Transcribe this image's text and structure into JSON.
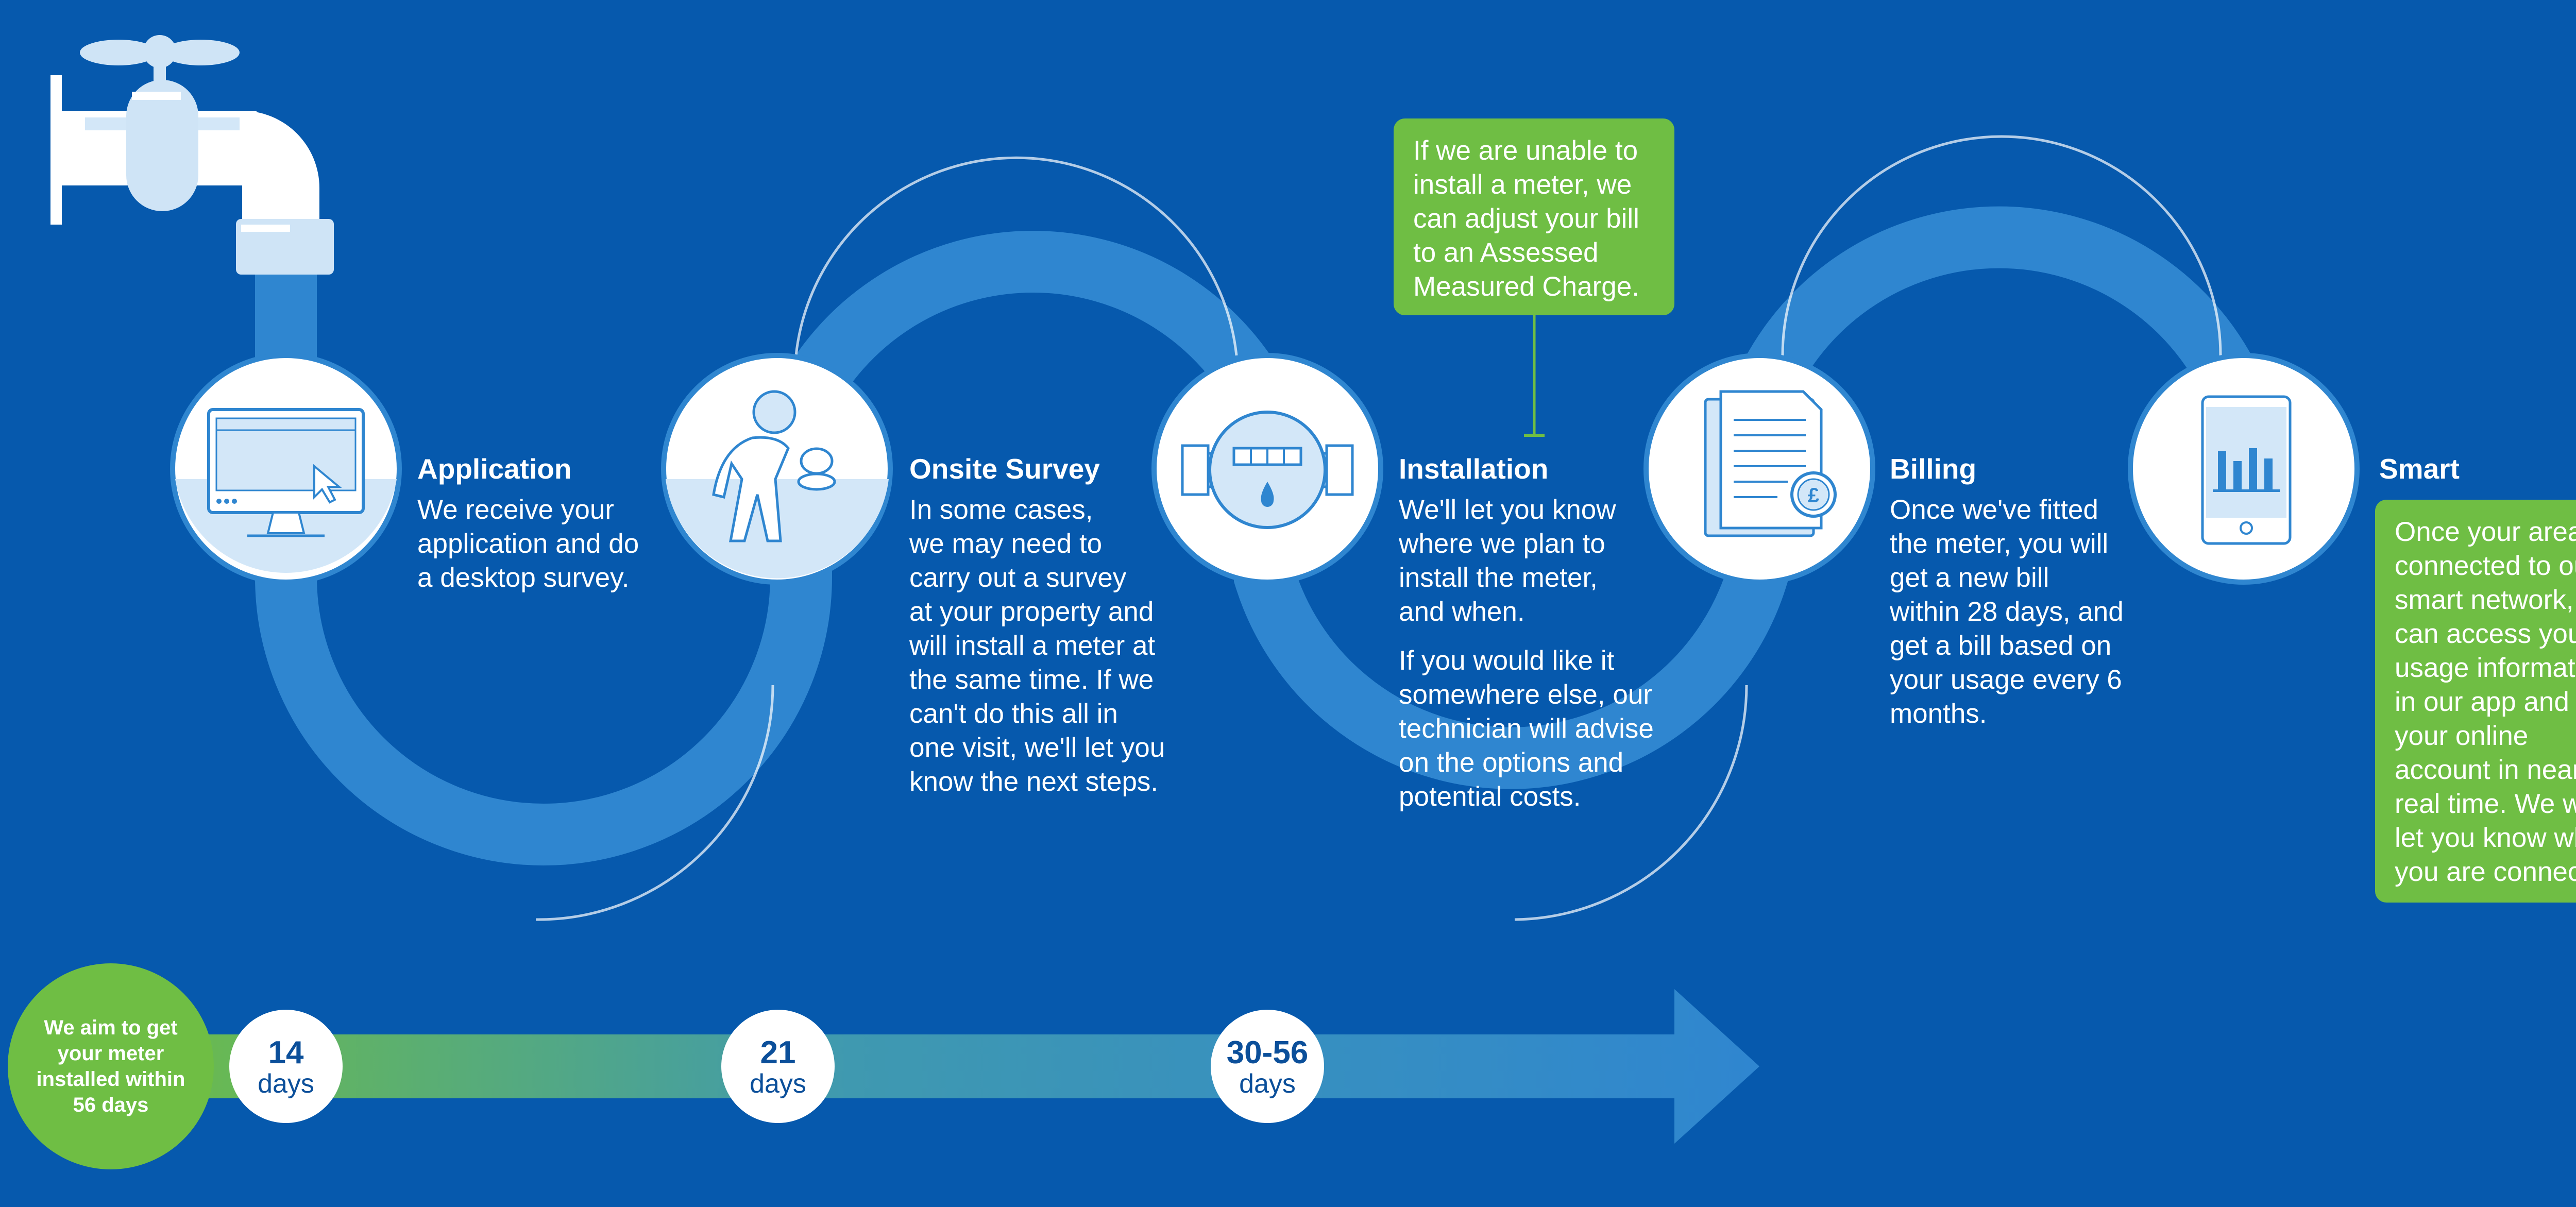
{
  "colors": {
    "background": "#0659ad",
    "pipe": "#2f86d0",
    "circle_fill": "#ffffff",
    "icon_light": "#d3e7f8",
    "icon_stroke": "#2f86d0",
    "green": "#6fbe44",
    "day_text": "#0b4f9a"
  },
  "steps": [
    {
      "icon": "computer-monitor-icon",
      "title": "Application",
      "body": [
        "We receive your",
        "application and do",
        "a desktop survey."
      ]
    },
    {
      "icon": "surveyor-person-icon",
      "title": "Onsite Survey",
      "body": [
        "In some cases,",
        "we may need to",
        "carry out a survey",
        "at your property and",
        "will install a meter at",
        "the same time. If we",
        "can't do this all in",
        "one visit, we'll let you",
        "know the next steps."
      ]
    },
    {
      "icon": "water-meter-icon",
      "title": "Installation",
      "body": [
        "We'll let you know",
        "where we plan to",
        "install the meter,",
        "and when."
      ],
      "body2": [
        "If you would like it",
        "somewhere else, our",
        "technician will advise",
        "on the options and",
        "potential costs."
      ]
    },
    {
      "icon": "bill-document-icon",
      "title": "Billing",
      "body": [
        "Once we've fitted",
        "the meter, you will",
        "get a new bill",
        "within 28 days, and",
        "get a bill based on",
        "your usage every 6",
        "months."
      ]
    },
    {
      "icon": "smartphone-chart-icon",
      "title": "Smart",
      "body": []
    }
  ],
  "callouts": {
    "installation_note": [
      "If we are unable to",
      "install a meter, we",
      "can adjust your bill",
      "to an Assessed",
      "Measured Charge."
    ],
    "smart_note": [
      "Once your area is",
      "connected to our",
      "smart network, you",
      "can access your",
      "usage information",
      "in our app and via",
      "your online",
      "account in near",
      "real time. We will",
      "let you know when",
      "you are connected."
    ]
  },
  "timeline": {
    "aim": [
      "We aim to get",
      "your meter",
      "installed within",
      "56 days"
    ],
    "markers": [
      {
        "value": "14",
        "unit": "days"
      },
      {
        "value": "21",
        "unit": "days"
      },
      {
        "value": "30-56",
        "unit": "days"
      }
    ]
  },
  "tap_icon": "water-tap-icon"
}
